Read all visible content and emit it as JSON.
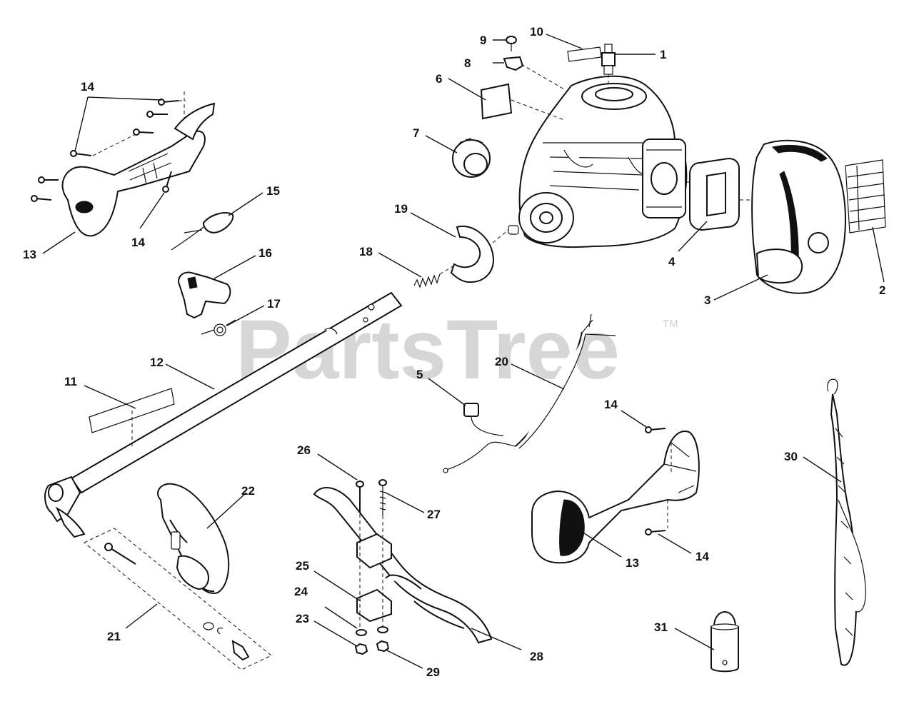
{
  "watermark": {
    "text": "PartsTree",
    "tm": "TM"
  },
  "labels": {
    "n1": "1",
    "n2": "2",
    "n3": "3",
    "n4": "4",
    "n5": "5",
    "n6": "6",
    "n7": "7",
    "n8": "8",
    "n9": "9",
    "n10": "10",
    "n11": "11",
    "n12": "12",
    "n13a": "13",
    "n13b": "13",
    "n14a": "14",
    "n14b": "14",
    "n14c": "14",
    "n14d": "14",
    "n15": "15",
    "n16": "16",
    "n17": "17",
    "n18": "18",
    "n19": "19",
    "n20": "20",
    "n21": "21",
    "n22": "22",
    "n23": "23",
    "n24": "24",
    "n25": "25",
    "n26": "26",
    "n27": "27",
    "n28": "28",
    "n29": "29",
    "n30": "30",
    "n31": "31"
  }
}
